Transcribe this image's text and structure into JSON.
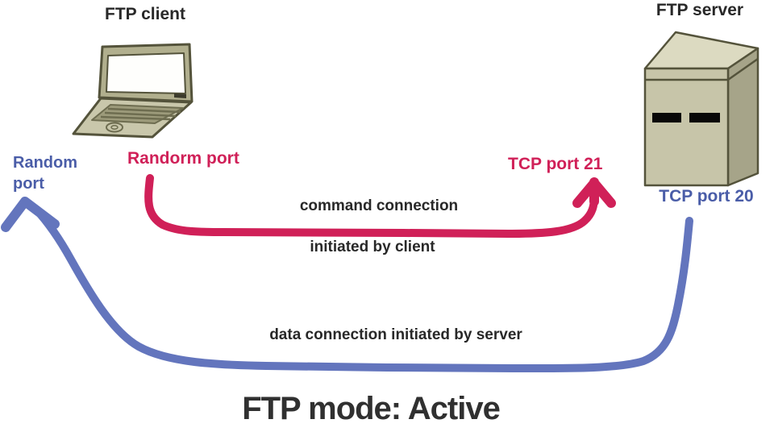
{
  "title": "FTP mode: Active",
  "client": {
    "label": "FTP client",
    "icon": "laptop-icon",
    "blue_port_label": "Random port",
    "red_port_label": "Randorm port"
  },
  "server": {
    "label": "FTP server",
    "icon": "server-tower-icon",
    "red_port_label": "TCP port 21",
    "blue_port_label": "TCP port 20"
  },
  "command_connection": {
    "line1": "command connection",
    "line2": "initiated by client",
    "from": "Randorm port (client)",
    "to": "TCP port 21 (server)"
  },
  "data_connection": {
    "label": "data connection initiated by server",
    "from": "TCP port 20 (server)",
    "to": "Random port (client)"
  },
  "colors": {
    "red": "#d02058",
    "blue_arrow": "#6375bd",
    "blue_text": "#4a5da8",
    "text_dark": "#282828",
    "device_body": "#c7c5a9"
  }
}
